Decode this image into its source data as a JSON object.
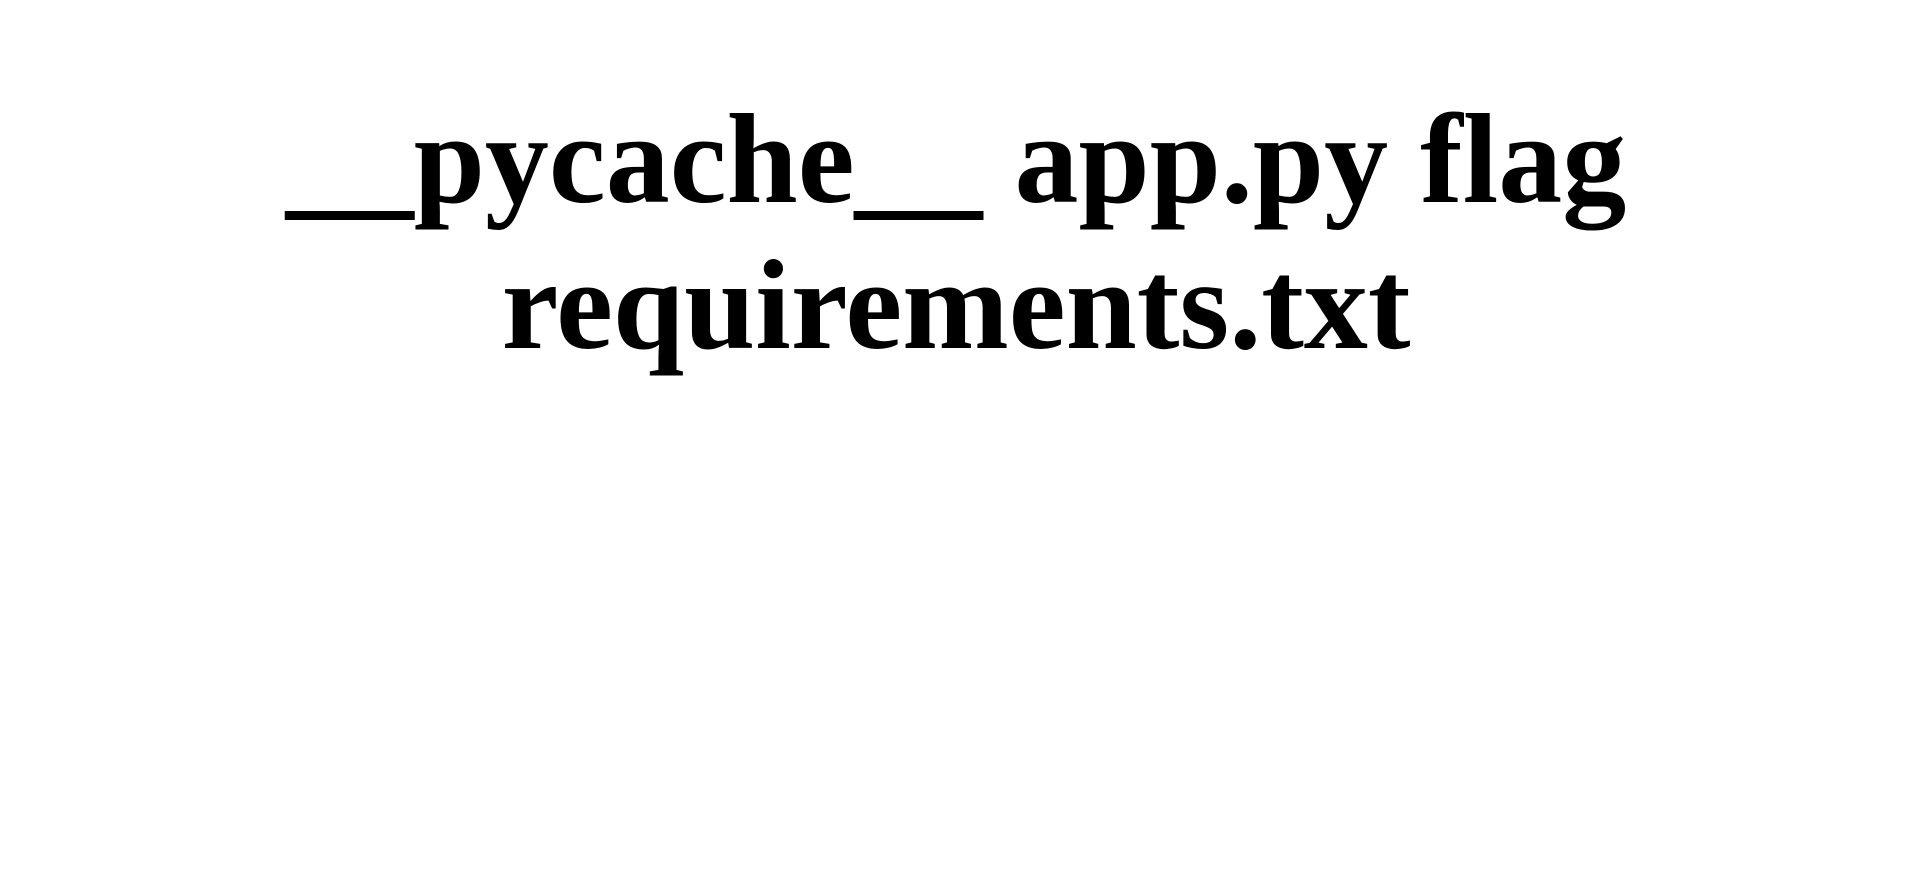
{
  "listing": {
    "files": [
      "__pycache__",
      "app.py",
      "flag",
      "requirements.txt"
    ]
  }
}
